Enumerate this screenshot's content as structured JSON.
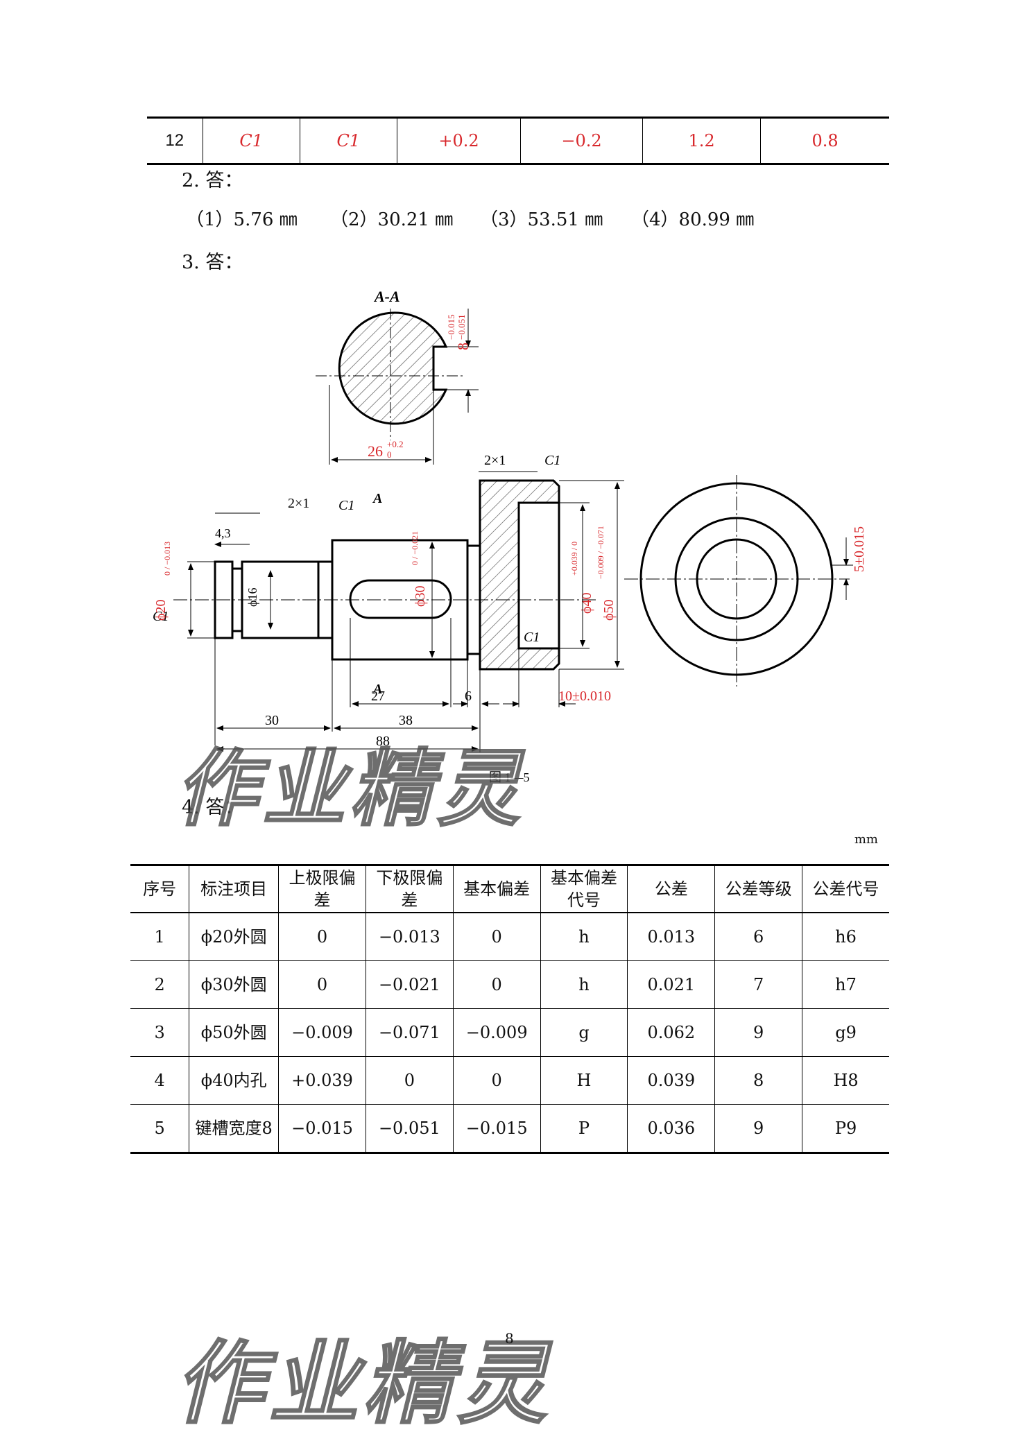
{
  "row12": [
    "12",
    "C1",
    "C1",
    "+0.2",
    "−0.2",
    "1.2",
    "0.8"
  ],
  "q2": {
    "title": "2. 答：",
    "answers": [
      "（1）5.76 ㎜",
      "（2）30.21 ㎜",
      "（3）53.51 ㎜",
      "（4）80.99 ㎜"
    ]
  },
  "q3": {
    "title": "3. 答："
  },
  "drawing": {
    "section_label": "A-A",
    "key_width": "8",
    "key_width_tol_upper": "−0.015",
    "key_width_tol_lower": "−0.051",
    "depth": "26",
    "depth_tol_upper": "+0.2",
    "depth_tol_lower": "0",
    "groove_left": "2×1",
    "groove_right": "2×1",
    "chamfer": "C1",
    "cut_mark": "A",
    "dim_4_3": "4,3",
    "dim_phi20": "ϕ20",
    "dim_phi20_tol": "0 / −0.013",
    "dim_phi16": "ϕ16",
    "dim_phi30": "ϕ30",
    "dim_phi30_tol": "0 / −0.021",
    "dim_phi40": "ϕ40",
    "dim_phi40_tol": "+0.039 / 0",
    "dim_phi50": "ϕ50",
    "dim_phi50_tol": "−0.009 / −0.071",
    "dim_27": "27",
    "dim_6": "6",
    "dim_30": "30",
    "dim_38": "38",
    "dim_88": "88",
    "dim_10": "10±0.010",
    "dim_5": "5±0.015",
    "caption": "图 1—5"
  },
  "q4": {
    "title": "4. 答："
  },
  "unit": "mm",
  "table": {
    "headers": [
      "序号",
      "标注项目",
      "上极限偏差",
      "下极限偏差",
      "基本偏差",
      "基本偏差代号",
      "公差",
      "公差等级",
      "公差代号"
    ],
    "rows": [
      [
        "1",
        "ϕ20外圆",
        "0",
        "−0.013",
        "0",
        "h",
        "0.013",
        "6",
        "h6"
      ],
      [
        "2",
        "ϕ30外圆",
        "0",
        "−0.021",
        "0",
        "h",
        "0.021",
        "7",
        "h7"
      ],
      [
        "3",
        "ϕ50外圆",
        "−0.009",
        "−0.071",
        "−0.009",
        "g",
        "0.062",
        "9",
        "g9"
      ],
      [
        "4",
        "ϕ40内孔",
        "+0.039",
        "0",
        "0",
        "H",
        "0.039",
        "8",
        "H8"
      ],
      [
        "5",
        "键槽宽度8",
        "−0.015",
        "−0.051",
        "−0.015",
        "P",
        "0.036",
        "9",
        "P9"
      ]
    ]
  },
  "watermark": "作业精灵",
  "page_number": "8",
  "colors": {
    "annotation_red": "#d8282c",
    "text": "#111111"
  }
}
